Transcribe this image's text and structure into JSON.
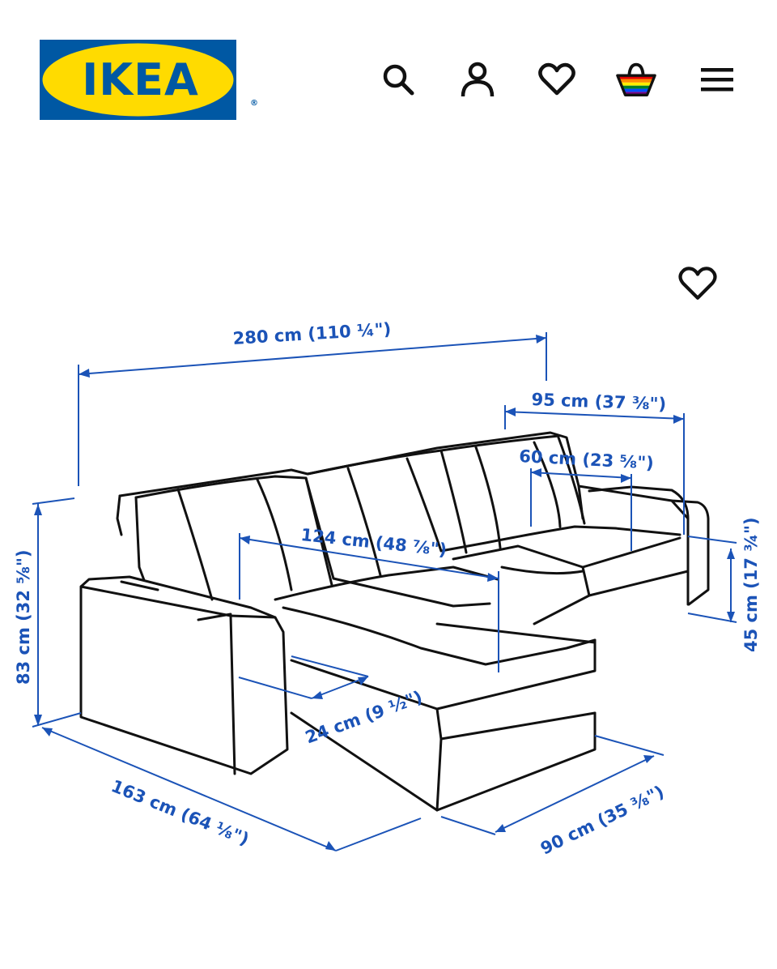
{
  "header": {
    "logo_text": "IKEA",
    "logo_reg": "®",
    "icons": [
      "search-icon",
      "user-icon",
      "heart-icon",
      "basket-icon",
      "menu-icon"
    ]
  },
  "colors": {
    "ikea_blue": "#0058a3",
    "ikea_yellow": "#ffdb00",
    "dimension_blue": "#1b53b7",
    "line": "#111111"
  },
  "product": {
    "favourite_icon": "heart-icon",
    "dimensions": {
      "total_width": "280 cm (110 ¼\")",
      "chaise_width": "95 cm (37 ⅜\")",
      "seat_depth_sofa": "60 cm (23 ⅝\")",
      "seat_width": "124 cm (48 ⅞\")",
      "height": "83 cm (32 ⅝\")",
      "seat_height": "45 cm (17 ¾\")",
      "armrest_width": "24 cm (9 ½\")",
      "chaise_depth": "163 cm (64 ⅛\")",
      "sofa_depth": "90 cm (35 ⅜\")"
    }
  }
}
